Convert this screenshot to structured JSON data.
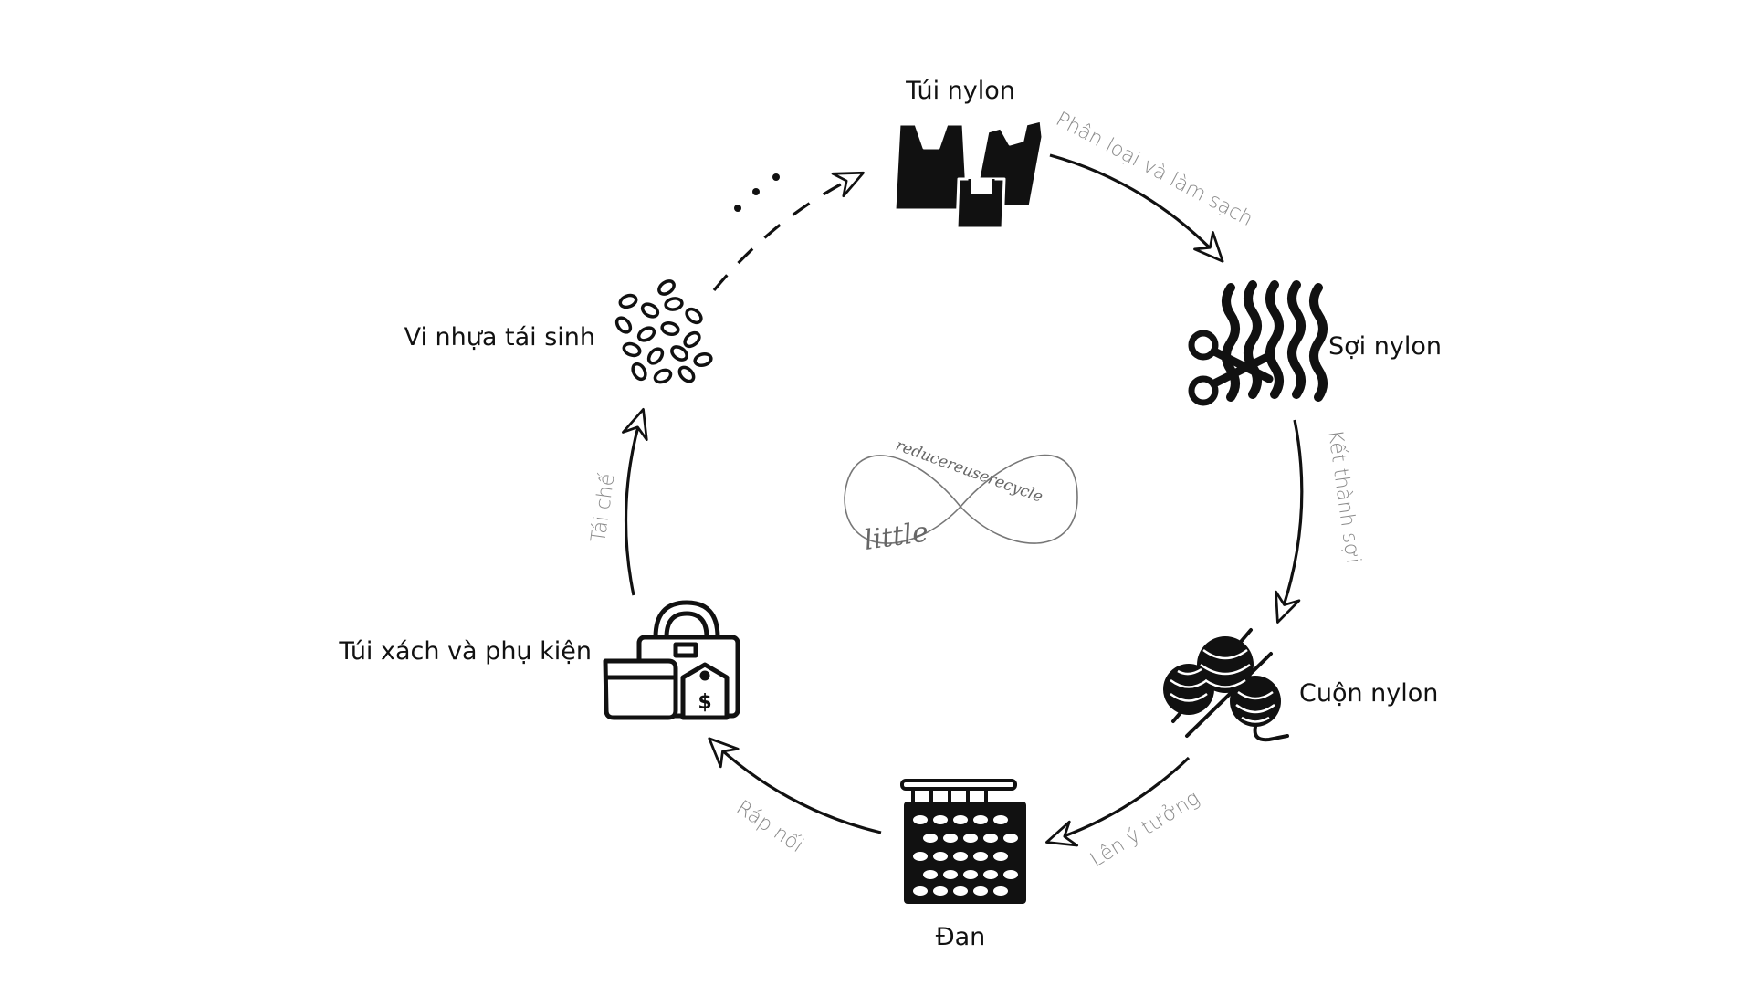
{
  "nodes": {
    "tui_nylon": "Túi nylon",
    "soi_nylon": "Sợi nylon",
    "cuon_nylon": "Cuộn nylon",
    "dan": "Đan",
    "tui_xach": "Túi xách và phụ kiện",
    "vi_nhua": "Vi nhựa tái sinh"
  },
  "edges": {
    "phan_loai": "Phân loại và làm sạch",
    "ket_thanh_soi": "Kết thành sợi",
    "len_y_tuong": "Lên ý tưởng",
    "rap_noi": "Ráp nối",
    "tai_che": "Tái chế"
  },
  "logo": {
    "word_top": "reducereuserecycle",
    "word_bottom": "little"
  },
  "icons": {
    "tui_nylon": "plastic-bags-icon",
    "soi_nylon": "scissors-yarn-icon",
    "cuon_nylon": "yarn-balls-icon",
    "dan": "knitting-icon",
    "tui_xach": "handbag-accessories-icon",
    "vi_nhua": "plastic-pellets-icon"
  },
  "colors": {
    "stroke": "#111111",
    "edge_text": "#8a8a8a",
    "logo": "#666666"
  }
}
